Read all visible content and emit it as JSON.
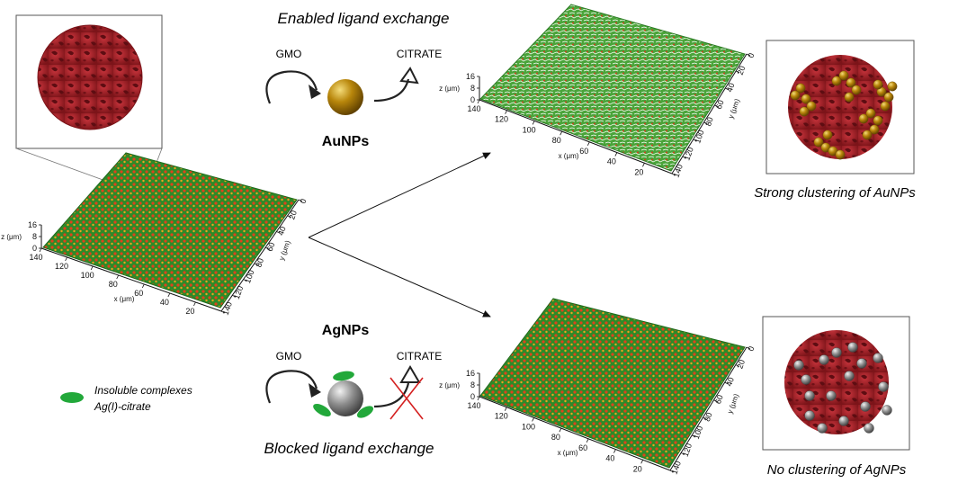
{
  "figure": {
    "top_title": "Enabled ligand exchange",
    "bottom_title": "Blocked ligand exchange",
    "top_particle": "AuNPs",
    "bottom_particle": "AgNPs",
    "gmo_label": "GMO",
    "citrate_label": "CITRATE",
    "legend_line1": "Insoluble complexes",
    "legend_line2": "Ag(I)-citrate",
    "top_result": "Strong clustering of AuNPs",
    "bottom_result": "No clustering of AgNPs"
  },
  "plots": {
    "x_axis_label": "x (μm)",
    "y_axis_label": "y (μm)",
    "z_axis_label": "z (μm)",
    "x_ticks": [
      "140",
      "120",
      "100",
      "80",
      "60",
      "40",
      "20"
    ],
    "y_ticks": [
      "0",
      "20",
      "40",
      "60",
      "80",
      "100",
      "120",
      "140"
    ],
    "z_ticks": [
      "0",
      "8",
      "16"
    ]
  },
  "colors": {
    "cubosome": "#a8232b",
    "gold": "#b8860b",
    "silver": "#8a8a8a",
    "complex_green": "#22a83a",
    "surface_green": "#2f8f2a",
    "surface_red": "#d8331a"
  }
}
